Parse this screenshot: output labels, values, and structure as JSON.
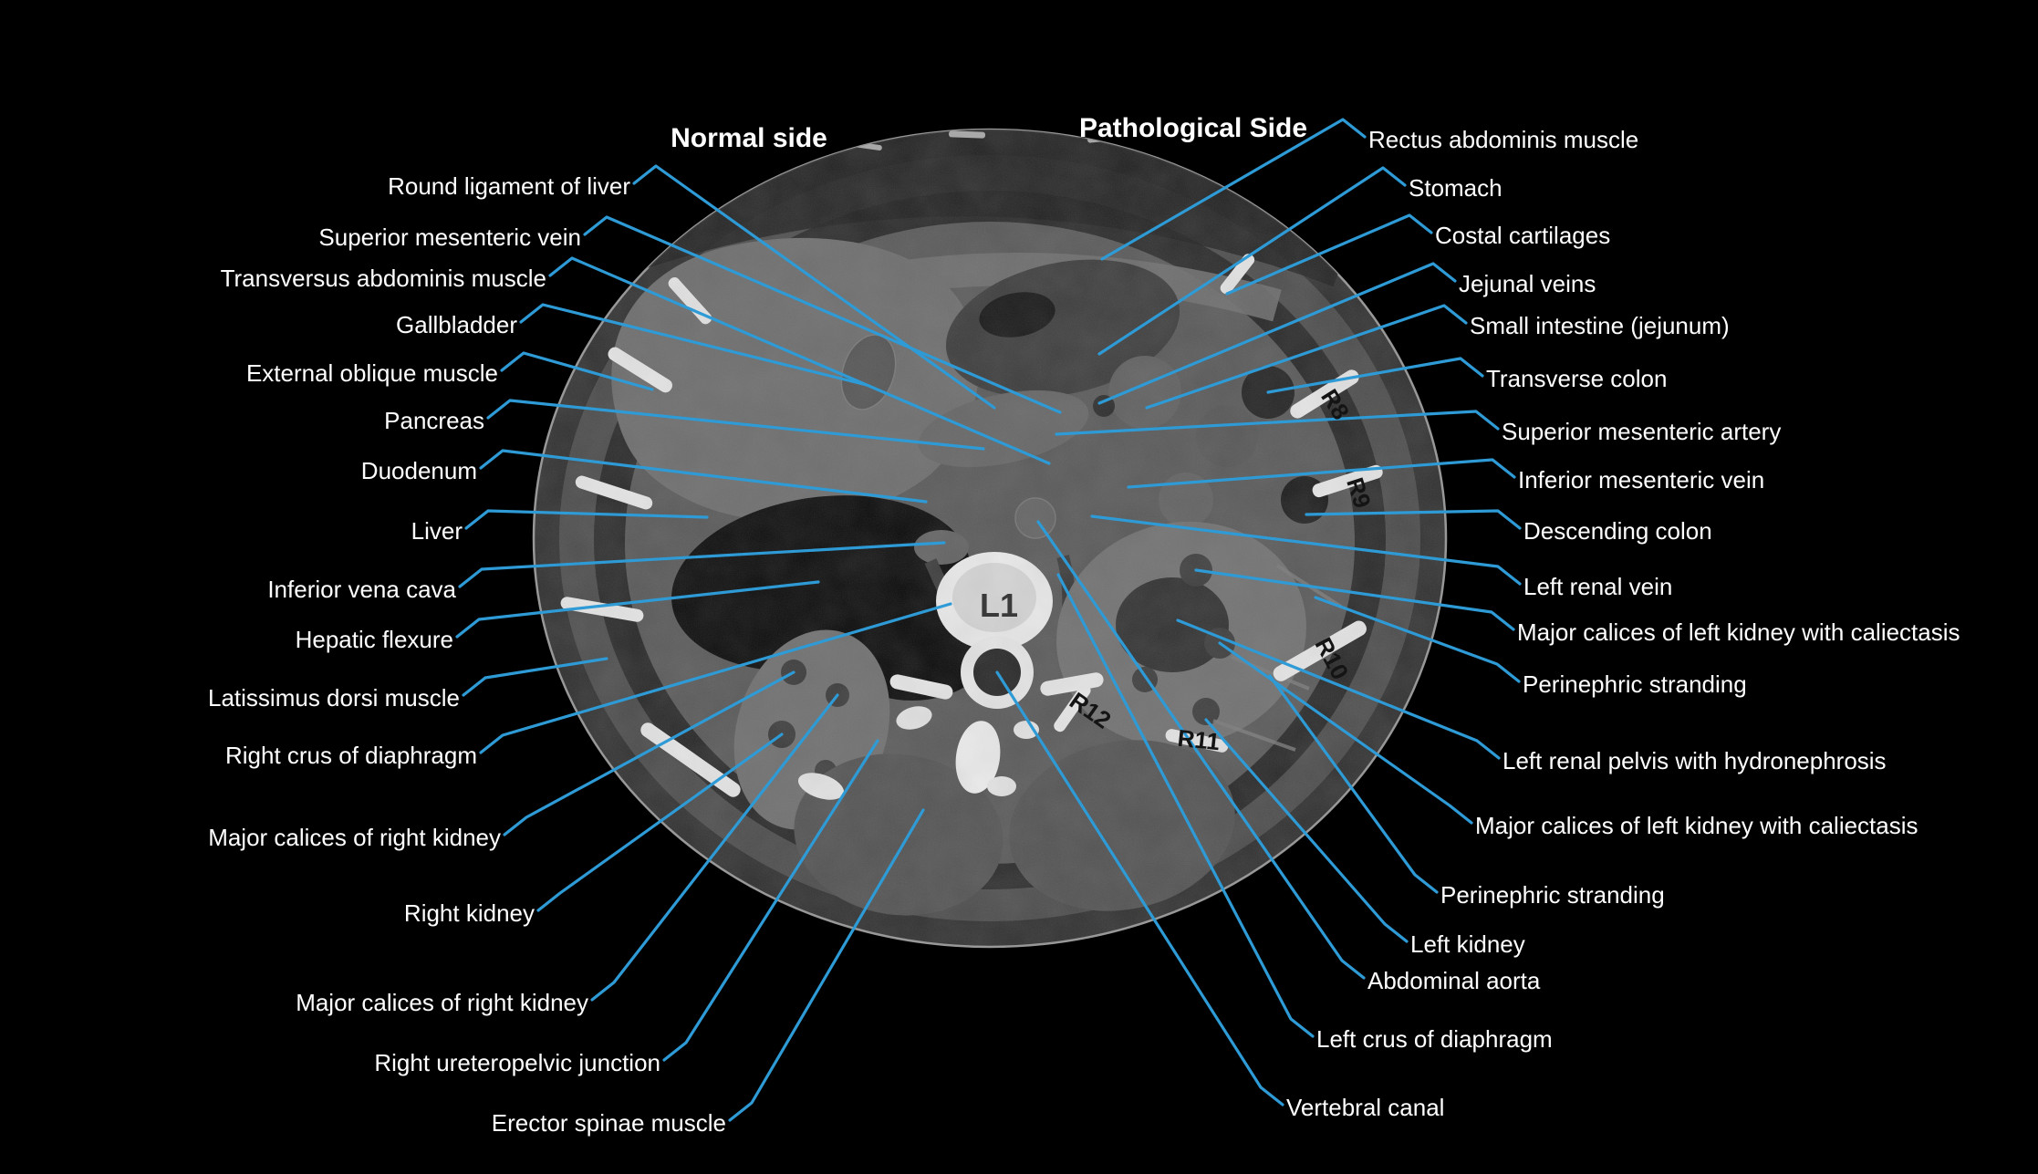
{
  "headers": {
    "normal_side": "Normal side",
    "pathological_side": "Pathological Side"
  },
  "left_labels": [
    "Round ligament of liver",
    "Superior mesenteric vein",
    "Transversus abdominis muscle",
    "Gallbladder",
    "External oblique muscle",
    "Pancreas",
    "Duodenum",
    "Liver",
    "Inferior vena cava",
    "Hepatic flexure",
    "Latissimus dorsi muscle",
    "Right crus of diaphragm",
    "Major calices of right kidney",
    "Right kidney",
    "Major calices of right kidney",
    "Right ureteropelvic junction",
    "Erector spinae muscle"
  ],
  "right_labels": [
    "Rectus abdominis muscle",
    "Stomach",
    "Costal cartilages",
    "Jejunal veins",
    "Small intestine (jejunum)",
    "Transverse colon",
    "Superior mesenteric artery",
    "Inferior mesenteric vein",
    "Descending colon",
    "Left renal vein",
    "Major calices of left kidney with caliectasis",
    "Perinephric stranding",
    "Left renal pelvis with hydronephrosis",
    "Major calices of left kidney with caliectasis",
    "Perinephric stranding",
    "Left kidney",
    "Abdominal aorta",
    "Left crus of diaphragm",
    "Vertebral canal"
  ],
  "ct_overlay_labels": {
    "vertebra_l1": "L1",
    "rib_r8": "R8",
    "rib_r9": "R9",
    "rib_r10": "R10",
    "rib_r11": "R11",
    "rib_r12": "R12"
  },
  "colors": {
    "leader_line": "#2E9BD6",
    "label_text": "#FFFFFF",
    "header_text": "#FFFFFF",
    "bone_label_text": "#141414",
    "background": "#000000"
  }
}
